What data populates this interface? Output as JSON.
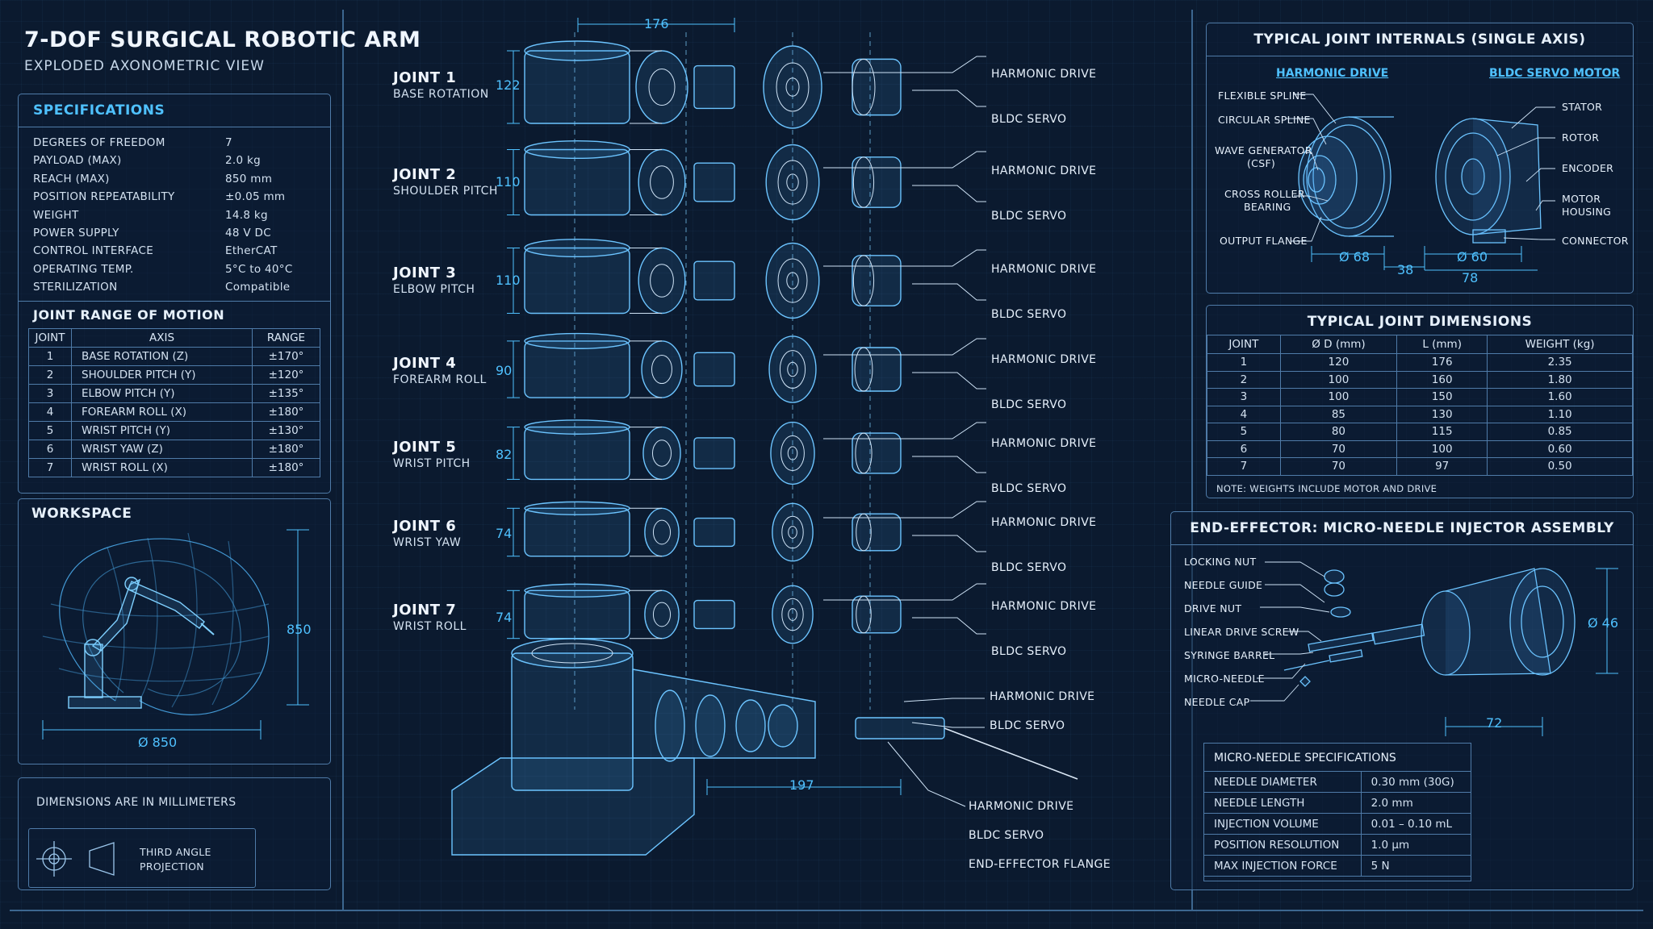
{
  "header": {
    "title": "7-DOF SURGICAL ROBOTIC ARM",
    "subtitle": "EXPLODED AXONOMETRIC VIEW"
  },
  "specs": {
    "heading": "SPECIFICATIONS",
    "rows": [
      {
        "label": "DEGREES OF FREEDOM",
        "value": "7"
      },
      {
        "label": "PAYLOAD (MAX)",
        "value": "2.0 kg"
      },
      {
        "label": "REACH (MAX)",
        "value": "850 mm"
      },
      {
        "label": "POSITION REPEATABILITY",
        "value": "±0.05 mm"
      },
      {
        "label": "WEIGHT",
        "value": "14.8 kg"
      },
      {
        "label": "POWER SUPPLY",
        "value": "48 V DC"
      },
      {
        "label": "CONTROL INTERFACE",
        "value": "EtherCAT"
      },
      {
        "label": "OPERATING TEMP.",
        "value": "5°C to 40°C"
      },
      {
        "label": "STERILIZATION",
        "value": "Compatible"
      }
    ]
  },
  "range": {
    "heading": "JOINT RANGE OF MOTION",
    "columns": [
      "JOINT",
      "AXIS",
      "RANGE"
    ],
    "rows": [
      [
        "1",
        "BASE ROTATION (Z)",
        "±170°"
      ],
      [
        "2",
        "SHOULDER PITCH (Y)",
        "±120°"
      ],
      [
        "3",
        "ELBOW PITCH (Y)",
        "±135°"
      ],
      [
        "4",
        "FOREARM ROLL (X)",
        "±180°"
      ],
      [
        "5",
        "WRIST PITCH (Y)",
        "±130°"
      ],
      [
        "6",
        "WRIST YAW (Z)",
        "±180°"
      ],
      [
        "7",
        "WRIST ROLL (X)",
        "±180°"
      ]
    ]
  },
  "workspace": {
    "heading": "WORKSPACE",
    "height": "850",
    "diameter": "Ø 850"
  },
  "notes": {
    "units": "DIMENSIONS ARE IN MILLIMETERS",
    "projection_line1": "THIRD ANGLE",
    "projection_line2": "PROJECTION"
  },
  "joints": [
    {
      "title": "JOINT 1",
      "sub": "BASE ROTATION",
      "dim": "122"
    },
    {
      "title": "JOINT 2",
      "sub": "SHOULDER PITCH",
      "dim": "110"
    },
    {
      "title": "JOINT 3",
      "sub": "ELBOW PITCH",
      "dim": "110"
    },
    {
      "title": "JOINT 4",
      "sub": "FOREARM ROLL",
      "dim": "90"
    },
    {
      "title": "JOINT 5",
      "sub": "WRIST PITCH",
      "dim": "82"
    },
    {
      "title": "JOINT 6",
      "sub": "WRIST YAW",
      "dim": "74"
    },
    {
      "title": "JOINT 7",
      "sub": "WRIST ROLL",
      "dim": "74"
    }
  ],
  "exploded": {
    "top_dim": "176",
    "bottom_dim": "197",
    "harmonic": "HARMONIC DRIVE",
    "servo": "BLDC SERVO",
    "flange": "END-EFFECTOR FLANGE"
  },
  "internals": {
    "heading": "TYPICAL JOINT INTERNALS (SINGLE AXIS)",
    "left_title": "HARMONIC DRIVE",
    "right_title": "BLDC SERVO MOTOR",
    "left_parts": [
      "FLEXIBLE SPLINE",
      "CIRCULAR SPLINE",
      "WAVE GENERATOR",
      "(CSF)",
      "CROSS ROLLER",
      "BEARING",
      "OUTPUT FLANGE"
    ],
    "right_parts": [
      "STATOR",
      "ROTOR",
      "ENCODER",
      "MOTOR",
      "HOUSING",
      "CONNECTOR"
    ],
    "dim_left": "Ø 68",
    "dim_mid": "38",
    "dim_right": "Ø 60",
    "dim_total": "78"
  },
  "dimensions": {
    "heading": "TYPICAL JOINT DIMENSIONS",
    "columns": [
      "JOINT",
      "Ø D (mm)",
      "L (mm)",
      "WEIGHT (kg)"
    ],
    "rows": [
      [
        "1",
        "120",
        "176",
        "2.35"
      ],
      [
        "2",
        "100",
        "160",
        "1.80"
      ],
      [
        "3",
        "100",
        "150",
        "1.60"
      ],
      [
        "4",
        "85",
        "130",
        "1.10"
      ],
      [
        "5",
        "80",
        "115",
        "0.85"
      ],
      [
        "6",
        "70",
        "100",
        "0.60"
      ],
      [
        "7",
        "70",
        "97",
        "0.50"
      ]
    ],
    "note": "NOTE: WEIGHTS INCLUDE MOTOR AND DRIVE"
  },
  "endeffector": {
    "heading": "END-EFFECTOR: MICRO-NEEDLE INJECTOR ASSEMBLY",
    "parts": [
      "LOCKING NUT",
      "NEEDLE GUIDE",
      "DRIVE NUT",
      "LINEAR DRIVE SCREW",
      "SYRINGE BARREL",
      "MICRO-NEEDLE",
      "NEEDLE CAP"
    ],
    "dim_d": "Ø 46",
    "dim_l": "72",
    "spec_heading": "MICRO-NEEDLE SPECIFICATIONS",
    "specs": [
      [
        "NEEDLE DIAMETER",
        "0.30 mm (30G)"
      ],
      [
        "NEEDLE LENGTH",
        "2.0 mm"
      ],
      [
        "INJECTION VOLUME",
        "0.01 – 0.10 mL"
      ],
      [
        "POSITION RESOLUTION",
        "1.0 µm"
      ],
      [
        "MAX INJECTION FORCE",
        "5 N"
      ]
    ]
  }
}
